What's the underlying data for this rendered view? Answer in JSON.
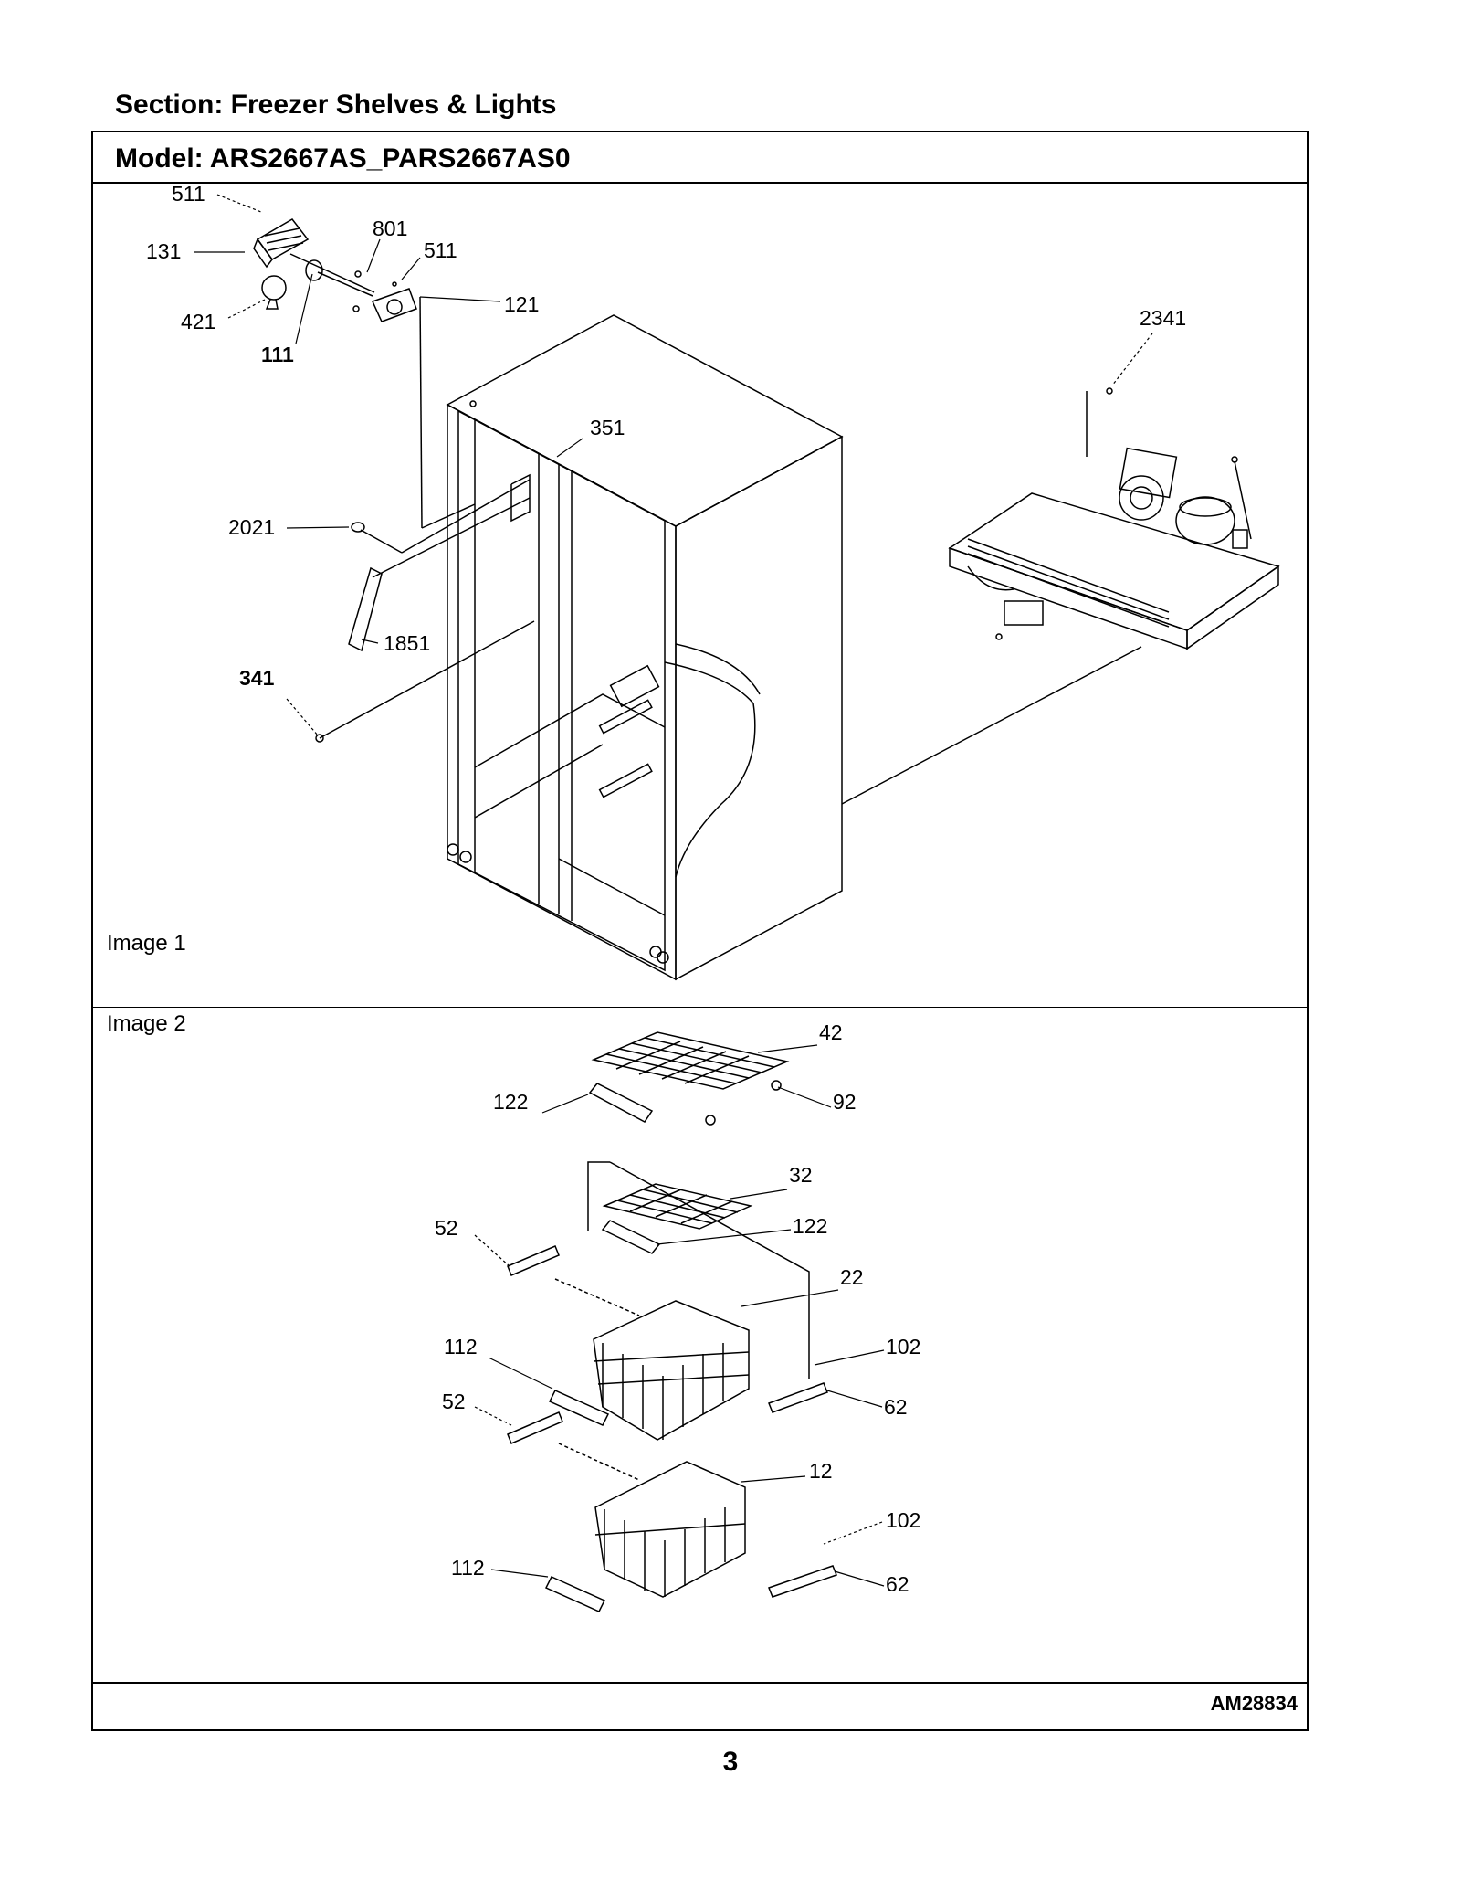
{
  "section": {
    "title": "Section:  Freezer Shelves & Lights"
  },
  "model": {
    "title": "Model:  ARS2667AS_PARS2667AS0"
  },
  "images": [
    {
      "label": "Image 1"
    },
    {
      "label": "Image 2"
    }
  ],
  "callouts_image1": [
    "511",
    "131",
    "801",
    "511",
    "121",
    "421",
    "111",
    "2341",
    "351",
    "2021",
    "1851",
    "341"
  ],
  "callouts_image2": [
    "42",
    "122",
    "92",
    "32",
    "52",
    "122",
    "22",
    "112",
    "102",
    "62",
    "52",
    "12",
    "102",
    "112",
    "62"
  ],
  "footer": {
    "doc_code": "AM28834",
    "page_number": "3"
  }
}
